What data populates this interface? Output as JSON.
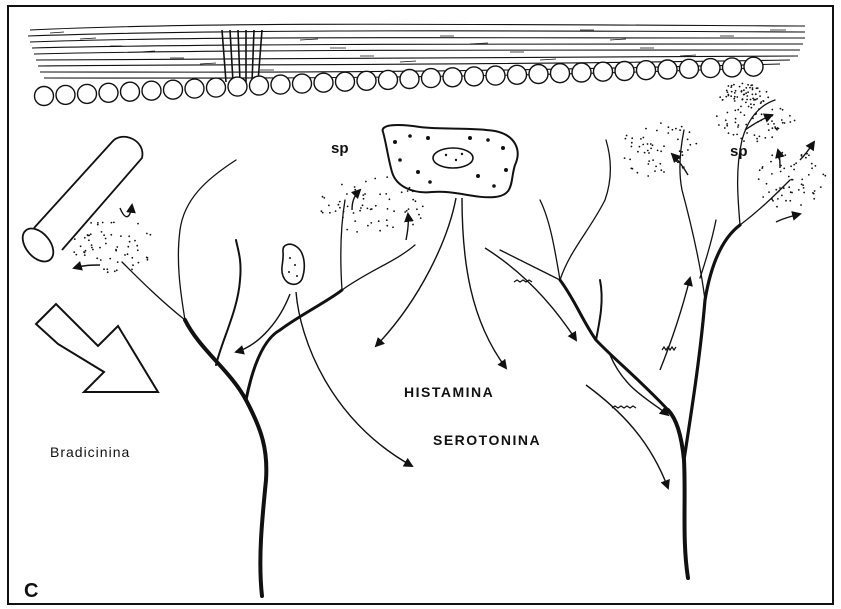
{
  "panel_letter": "C",
  "labels": {
    "sp_left": "sp",
    "sp_right": "sp",
    "histamina": "HISTAMINA",
    "serotonina": "SEROTONINA",
    "bradicinina": "Bradicinina"
  },
  "colors": {
    "ink": "#111111",
    "paper": "#ffffff"
  }
}
